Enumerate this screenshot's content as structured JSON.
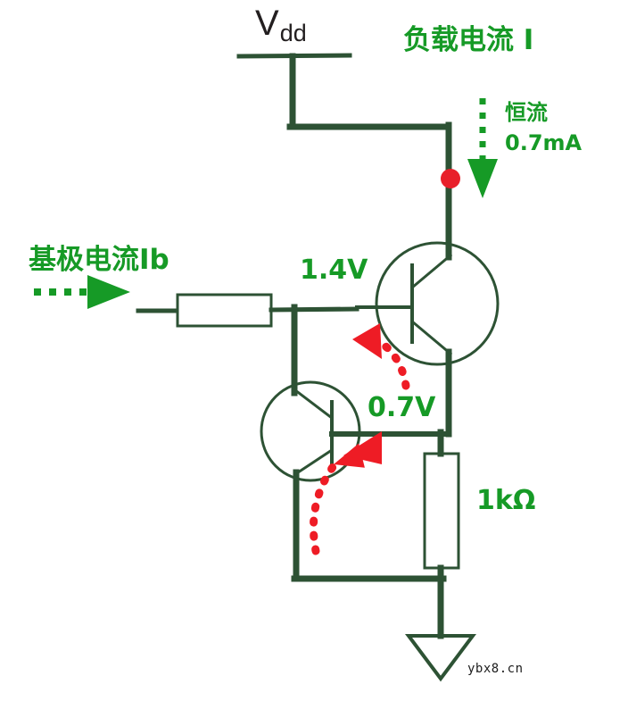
{
  "diagram": {
    "title": "Current mirror / constant current source circuit",
    "colors": {
      "wire": "#2d5234",
      "label_green": "#169a26",
      "node_red": "#e8202a",
      "arrow_red": "#ee1c25",
      "text_black": "#231f20",
      "background": "#ffffff"
    },
    "labels": {
      "supply": "V",
      "supply_sub": "dd",
      "load_current": "负载电流 I",
      "constant_current": "恒流",
      "constant_current_value": "0.7mA",
      "base_current": "基极电流Ib",
      "node_voltage_upper": "1.4V",
      "node_voltage_lower": "0.7V",
      "resistor_value": "1kΩ",
      "watermark": "ybx8.cn"
    },
    "components": [
      {
        "name": "supply-rail",
        "type": "power-rail",
        "label": "Vdd"
      },
      {
        "name": "base-resistor",
        "type": "resistor",
        "orientation": "horizontal"
      },
      {
        "name": "transistor-q1",
        "type": "npn-transistor",
        "orientation": "normal"
      },
      {
        "name": "transistor-q2",
        "type": "npn-transistor",
        "orientation": "mirrored"
      },
      {
        "name": "emitter-resistor",
        "type": "resistor",
        "orientation": "vertical",
        "value": "1kΩ"
      },
      {
        "name": "ground-symbol",
        "type": "ground"
      },
      {
        "name": "junction-node",
        "type": "node-dot",
        "color": "#e8202a"
      }
    ],
    "annotations": [
      {
        "name": "load-current-arrow",
        "color": "#169a26",
        "style": "dotted",
        "direction": "down"
      },
      {
        "name": "base-current-arrow",
        "color": "#169a26",
        "style": "dotted",
        "direction": "right"
      },
      {
        "name": "feedback-arrow-upper",
        "color": "#ee1c25",
        "style": "dotted-curve",
        "direction": "up-left"
      },
      {
        "name": "feedback-arrow-lower",
        "color": "#ee1c25",
        "style": "dotted-curve",
        "direction": "up-right"
      }
    ]
  }
}
